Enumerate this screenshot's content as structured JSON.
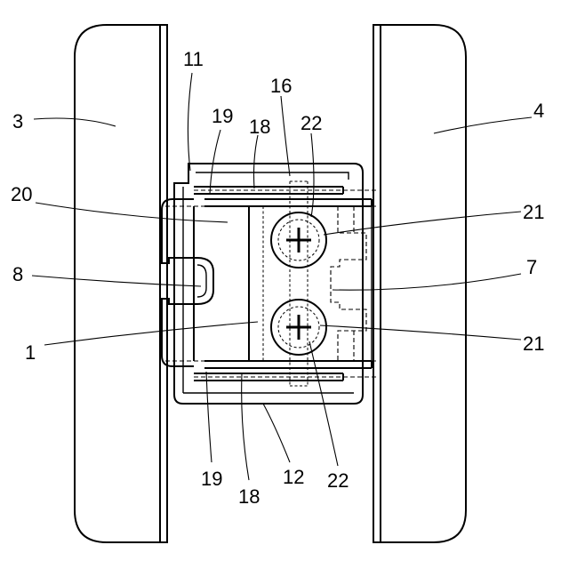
{
  "labels": {
    "l1": "1",
    "l3": "3",
    "l4": "4",
    "l7": "7",
    "l8": "8",
    "l11": "11",
    "l12": "12",
    "l16": "16",
    "l18_top": "18",
    "l18_bottom": "18",
    "l19_top": "19",
    "l19_bottom": "19",
    "l20": "20",
    "l21_top": "21",
    "l21_bottom": "21",
    "l22_top": "22",
    "l22_bottom": "22"
  }
}
